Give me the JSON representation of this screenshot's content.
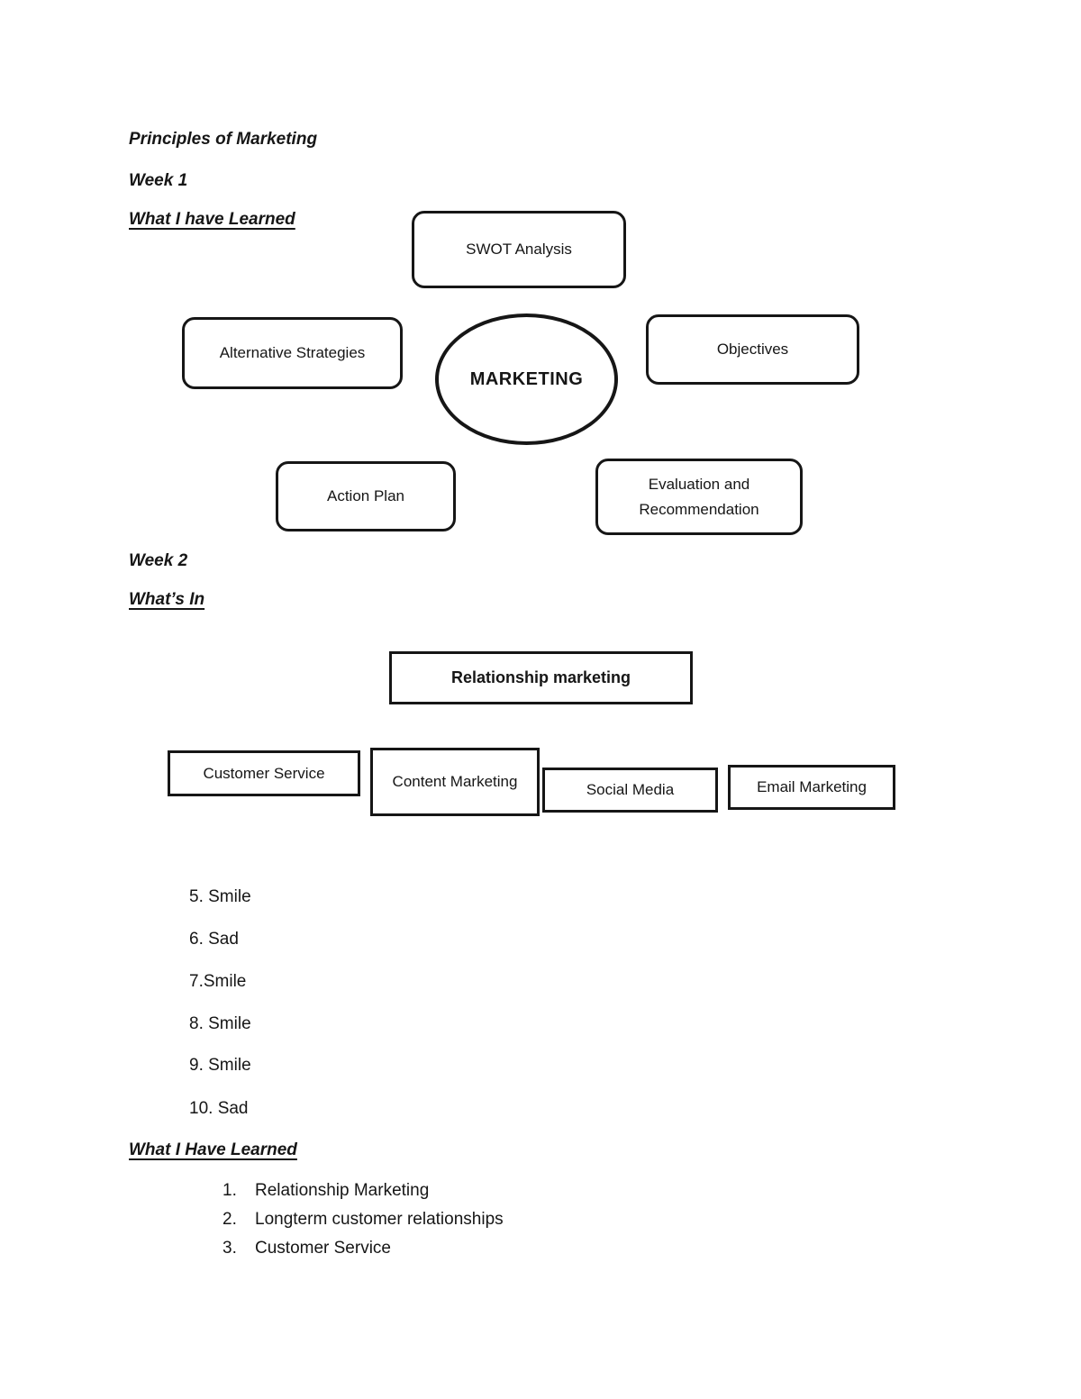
{
  "colors": {
    "ink": "#161616",
    "paper": "#ffffff"
  },
  "headings": {
    "title": "Principles of Marketing",
    "week1": "Week 1",
    "week1_sub": "What I have Learned",
    "week2": "Week 2",
    "week2_sub": "What’s In",
    "learned": "What I Have Learned"
  },
  "week1_diagram": {
    "type": "diagram",
    "center": "MARKETING",
    "top": "SWOT Analysis",
    "left": "Alternative Strategies",
    "right": "Objectives",
    "bottom_left": "Action Plan",
    "bottom_right": "Evaluation and Recommendation"
  },
  "week2_diagram": {
    "root": "Relationship marketing",
    "children": [
      "Customer Service",
      "Content Marketing",
      "Social Media",
      "Email Marketing"
    ]
  },
  "answers": [
    "5. Smile",
    "6. Sad",
    "7.Smile",
    "8. Smile",
    "9. Smile",
    "10. Sad"
  ],
  "learned_items": [
    {
      "num": "1.",
      "text": "Relationship Marketing"
    },
    {
      "num": "2.",
      "text": "Longterm customer relationships"
    },
    {
      "num": "3.",
      "text": "Customer Service"
    }
  ]
}
